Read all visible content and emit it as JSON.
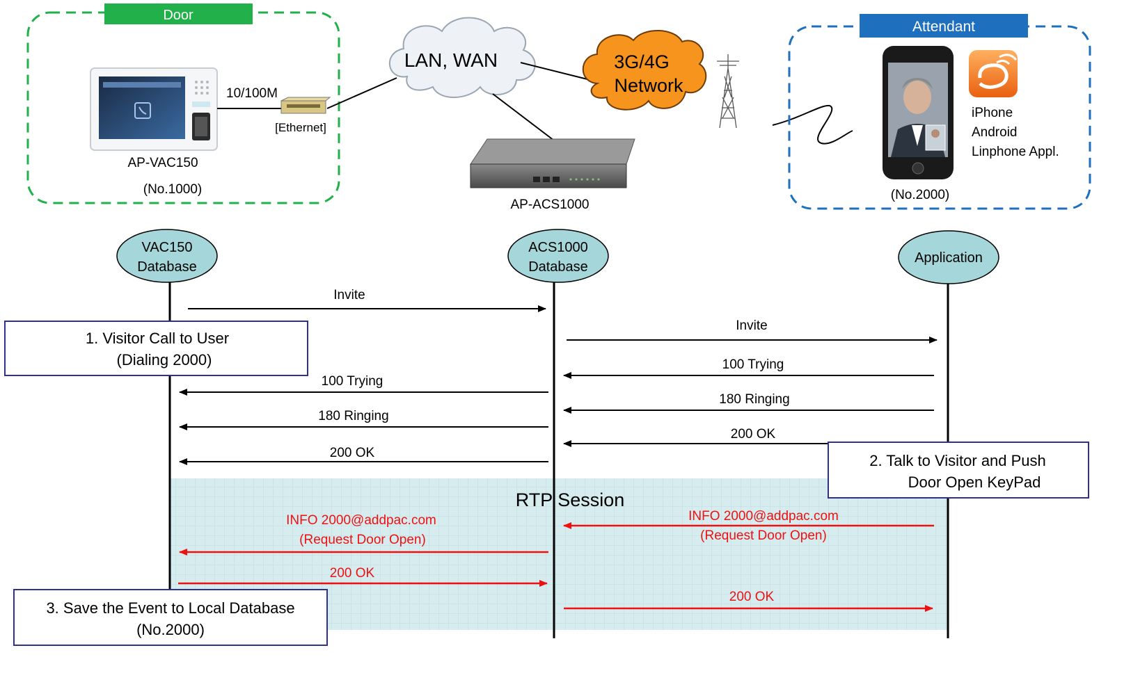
{
  "colors": {
    "door_green": "#22b04b",
    "attendant_blue": "#1f6fbf",
    "lifeline_node": "#a5d6d9",
    "rtp_fill": "#d7ecef",
    "red_message": "#ee1111",
    "network_orange": "#f7941d",
    "callout_border": "#2e3192"
  },
  "top": {
    "door_group": {
      "label": "Door",
      "device": "AP-VAC150",
      "number": "(No.1000)",
      "link_speed": "10/100M",
      "link_type": "[Ethernet]"
    },
    "network": {
      "lan": "LAN, WAN",
      "mobile_line1": "3G/4G",
      "mobile_line2": "Network",
      "server": "AP-ACS1000"
    },
    "attendant_group": {
      "label": "Attendant",
      "number": "(No.2000)",
      "app_line1": "iPhone",
      "app_line2": "Android",
      "app_line3": "Linphone Appl."
    }
  },
  "lifelines": [
    {
      "id": "vac150",
      "line1": "VAC150",
      "line2": "Database"
    },
    {
      "id": "acs1000",
      "line1": "ACS1000",
      "line2": "Database"
    },
    {
      "id": "app",
      "line1": "Application",
      "line2": ""
    }
  ],
  "rtp_label": "RTP Session",
  "messages": [
    {
      "label": "Invite",
      "from": "vac150",
      "to": "acs1000",
      "color": "black"
    },
    {
      "label": "Invite",
      "from": "acs1000",
      "to": "app",
      "color": "black"
    },
    {
      "label": "100 Trying",
      "from": "app",
      "to": "acs1000",
      "color": "black"
    },
    {
      "label": "100 Trying",
      "from": "acs1000",
      "to": "vac150",
      "color": "black"
    },
    {
      "label": "180 Ringing",
      "from": "app",
      "to": "acs1000",
      "color": "black"
    },
    {
      "label": "180 Ringing",
      "from": "acs1000",
      "to": "vac150",
      "color": "black"
    },
    {
      "label": "200 OK",
      "from": "app",
      "to": "acs1000",
      "color": "black"
    },
    {
      "label": "200 OK",
      "from": "acs1000",
      "to": "vac150",
      "color": "black"
    },
    {
      "label": "INFO 2000@addpac.com",
      "sublabel": "(Request Door Open)",
      "from": "app",
      "to": "acs1000",
      "color": "red"
    },
    {
      "label": "INFO 2000@addpac.com",
      "sublabel": "(Request Door Open)",
      "from": "acs1000",
      "to": "vac150",
      "color": "red"
    },
    {
      "label": "200 OK",
      "from": "vac150",
      "to": "acs1000",
      "color": "red"
    },
    {
      "label": "200 OK",
      "from": "acs1000",
      "to": "app",
      "color": "red"
    }
  ],
  "callouts": {
    "step1": {
      "line1": "1. Visitor Call to User",
      "line2": "(Dialing 2000)"
    },
    "step2": {
      "line1": "2. Talk to Visitor and Push",
      "line2": "Door Open KeyPad"
    },
    "step3": {
      "line1": "3. Save the Event to Local Database",
      "line2": "(No.2000)"
    }
  }
}
